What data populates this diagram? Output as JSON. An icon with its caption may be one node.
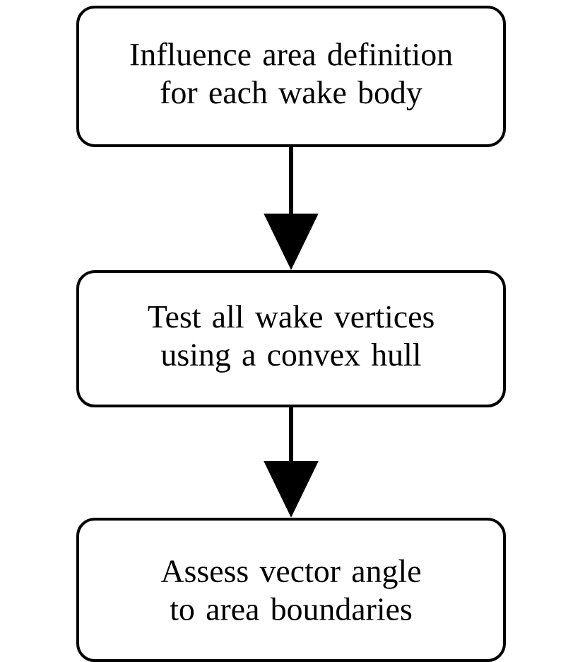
{
  "diagram": {
    "nodes": [
      {
        "text": [
          "Influence area definition for each wake body"
        ]
      },
      {
        "text": [
          "Test all wake vertices using a convex hull"
        ]
      },
      {
        "text": [
          "Assess vector angle to area boundaries"
        ]
      }
    ],
    "edges": [
      {
        "from": 0,
        "to": 1,
        "arrow": "to"
      },
      {
        "from": 1,
        "to": 2,
        "arrow": "to"
      }
    ]
  }
}
